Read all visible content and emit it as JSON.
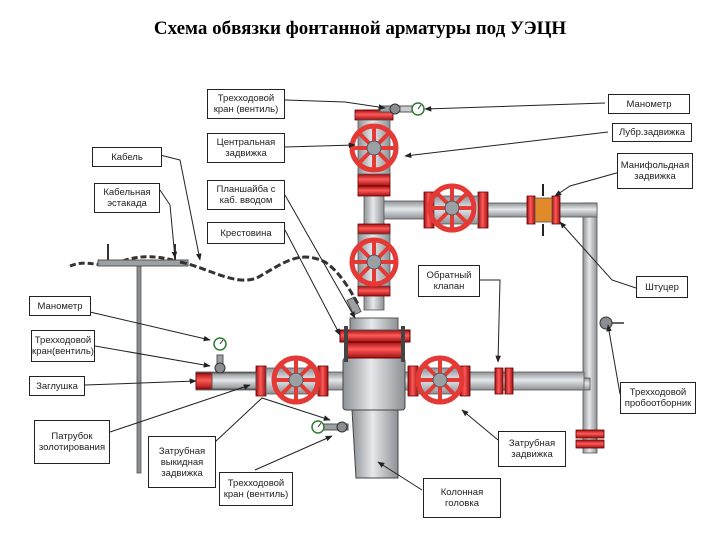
{
  "title": "Схема обвязки фонтанной арматуры под УЭЦН",
  "colors": {
    "pipe": "#b9bcbf",
    "flange_red": "#e02424",
    "wheel_red": "#e53935",
    "outline": "#333333"
  },
  "labels": {
    "trekh_kran_top": "Трехходовой\nкран (вентиль)",
    "manometr_right": "Манометр",
    "lubr_zadvizhka": "Лубр.задвижка",
    "kabel": "Кабель",
    "tsentr_zadvizhka": "Центральная\nзадвижка",
    "manifold_zadvizhka": "Манифольдная\nзадвижка",
    "kabelnaya_estakada": "Кабельная\nэстакада",
    "planshaiba": "Планшайба с\nкаб. вводом",
    "krestovina": "Крестовина",
    "obratny_klapan": "Обратный\nклапан",
    "shtutser": "Штуцер",
    "manometr_left": "Манометр",
    "trekh_kran_left": "Трехходовой\nкран(вентиль)",
    "zaglushka": "Заглушка",
    "trekh_probootbornik": "Трехходовой\nпробоотборник",
    "patrubok": "Патрубок\nзолотирования",
    "zatrub_vykid_zadvizhka": "Затрубная\nвыкидная\nзадвижка",
    "zatrub_zadvizhka": "Затрубная\nзадвижка",
    "trekh_kran_bottom": "Трехходовой\nкран (вентиль)",
    "kolonnaya_golovka": "Колонная\nголовка"
  }
}
